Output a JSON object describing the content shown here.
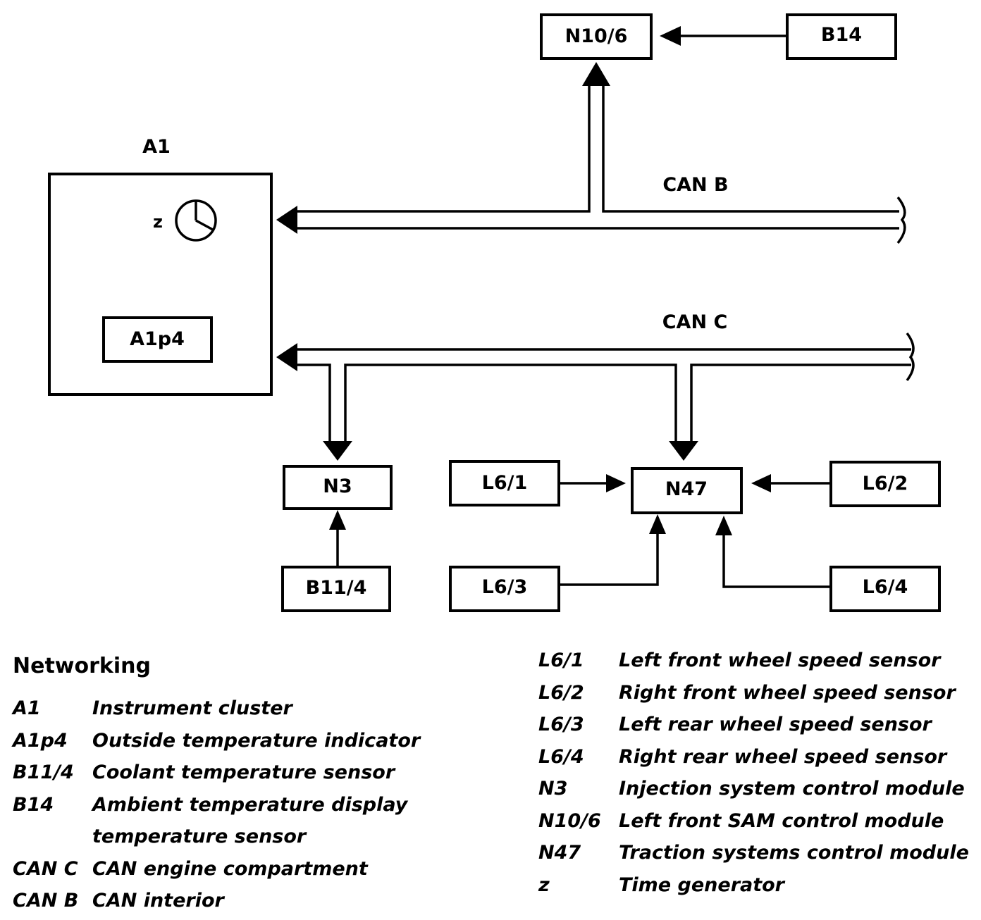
{
  "diagram": {
    "components": {
      "A1": "A1",
      "A1p4": "A1p4",
      "z": "z",
      "N10_6": "N10/6",
      "B14": "B14",
      "N3": "N3",
      "B11_4": "B11/4",
      "N47": "N47",
      "L6_1": "L6/1",
      "L6_2": "L6/2",
      "L6_3": "L6/3",
      "L6_4": "L6/4"
    },
    "buses": {
      "can_b": "CAN B",
      "can_c": "CAN C"
    }
  },
  "legend": {
    "title": "Networking",
    "left": [
      {
        "code": "A1",
        "desc": "Instrument cluster"
      },
      {
        "code": "A1p4",
        "desc": "Outside temperature indicator"
      },
      {
        "code": "B11/4",
        "desc": "Coolant temperature sensor"
      },
      {
        "code": "B14",
        "desc": "Ambient temperature display"
      },
      {
        "code": "",
        "desc": "temperature sensor"
      },
      {
        "code": "CAN C",
        "desc": "CAN engine compartment"
      },
      {
        "code": "CAN B",
        "desc": "CAN interior"
      }
    ],
    "right": [
      {
        "code": "L6/1",
        "desc": "Left front wheel speed sensor"
      },
      {
        "code": "L6/2",
        "desc": "Right front wheel speed sensor"
      },
      {
        "code": "L6/3",
        "desc": "Left rear wheel speed sensor"
      },
      {
        "code": "L6/4",
        "desc": "Right rear wheel speed sensor"
      },
      {
        "code": "N3",
        "desc": "Injection system control module"
      },
      {
        "code": "N10/6",
        "desc": "Left front SAM control module"
      },
      {
        "code": "N47",
        "desc": "Traction systems control module"
      },
      {
        "code": "z",
        "desc": "Time generator"
      }
    ]
  }
}
